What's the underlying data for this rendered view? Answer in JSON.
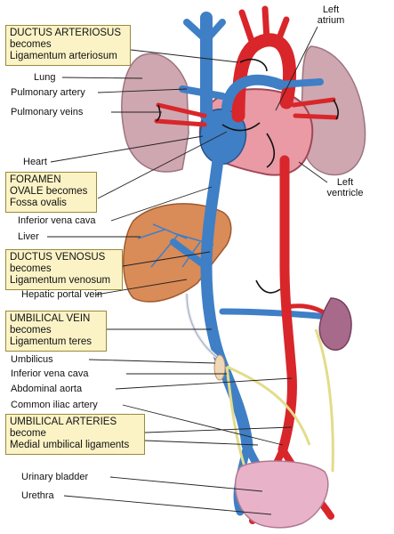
{
  "boxes": {
    "ductus_arteriosus": [
      "DUCTUS ARTERIOSUS",
      "becomes",
      "Ligamentum arteriosum"
    ],
    "foramen_ovale": [
      "FORAMEN",
      "OVALE becomes",
      "Fossa ovalis"
    ],
    "ductus_venosus": [
      "DUCTUS VENOSUS",
      "becomes",
      "Ligamentum venosum"
    ],
    "umbilical_vein": [
      "UMBILICAL VEIN",
      "becomes",
      "Ligamentum teres"
    ],
    "umbilical_arteries": [
      "UMBILICAL ARTERIES",
      "become",
      "Medial umbilical ligaments"
    ]
  },
  "labels": {
    "lung": "Lung",
    "pulmonary_artery": "Pulmonary artery",
    "pulmonary_veins": "Pulmonary veins",
    "heart": "Heart",
    "inferior_vena_cava_upper": "Inferior vena cava",
    "liver": "Liver",
    "hepatic_portal_vein": "Hepatic portal vein",
    "umbilicus": "Umbilicus",
    "inferior_vena_cava_lower": "Inferior vena cava",
    "abdominal_aorta": "Abdominal aorta",
    "common_iliac_artery": "Common iliac artery",
    "urinary_bladder": "Urinary bladder",
    "urethra": "Urethra",
    "left_atrium": [
      "Left",
      "atrium"
    ],
    "left_ventricle": [
      "Left",
      "ventricle"
    ]
  },
  "colors": {
    "vein_blue": "#3f7fc6",
    "artery_red": "#d8262b",
    "heart_pink": "#e99aa4",
    "lung_mauve": "#cfa7b0",
    "liver_orange": "#d98b58",
    "kidney_purple": "#a86a8a",
    "bladder_pink": "#e8b3c8",
    "box_fill": "#fbf3c6"
  }
}
